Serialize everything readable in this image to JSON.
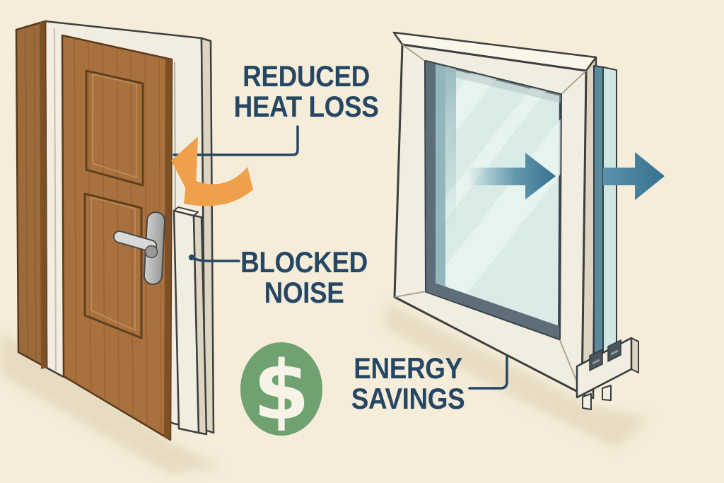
{
  "labels": {
    "heat_loss": {
      "line1": "REDUCED",
      "line2": "HEAT LOSS"
    },
    "noise": {
      "line1": "BLOCKED",
      "line2": "NOISE"
    },
    "savings": {
      "line1": "ENERGY",
      "line2": "SAVINGS"
    }
  },
  "badges": {
    "dollar_symbol": "$"
  },
  "icons": {
    "heat_arrow": "curved-left-arrow",
    "airflow_arrow_inner": "right-arrow",
    "airflow_arrow_outer": "right-arrow",
    "savings_badge": "dollar-circle"
  },
  "colors": {
    "background": "#f5ecd9",
    "label_text": "#254763",
    "heat_arrow": "#efa04b",
    "savings_badge": "#6fa171",
    "airflow_arrow": "#3b7493",
    "door_wood": "#a9713d",
    "door_wood_edge": "#7d5026",
    "frame_white": "#f2ede1",
    "frame_shade": "#ddd5c2",
    "outline_dark": "#3c3f3d",
    "glass": "#d9ebe6",
    "shadow": "#e4d8bd"
  }
}
